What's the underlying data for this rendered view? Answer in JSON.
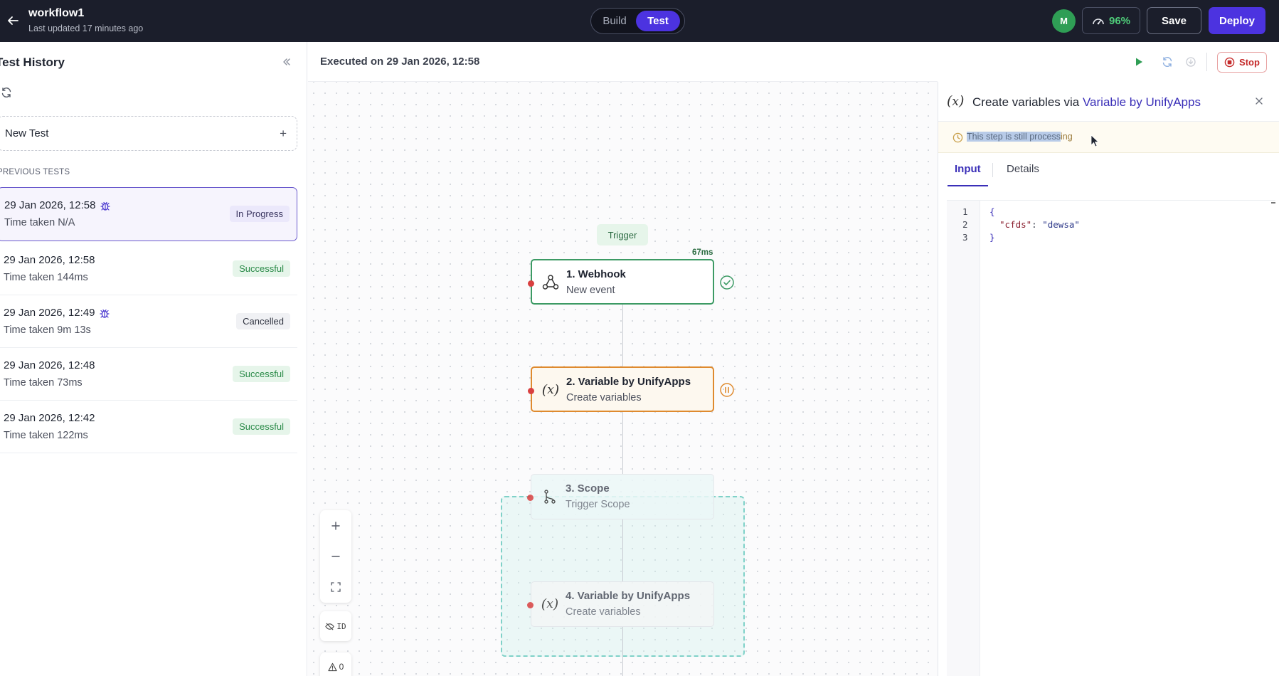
{
  "topbar": {
    "workflow_name": "workflow1",
    "last_updated": "Last updated 17 minutes ago",
    "mode_build": "Build",
    "mode_test": "Test",
    "avatar_initial": "M",
    "score": "96%",
    "save_label": "Save",
    "deploy_label": "Deploy"
  },
  "left_panel": {
    "title": "Test History",
    "new_test_label": "New Test",
    "new_test_plus": "+",
    "previous_label": "PREVIOUS TESTS",
    "tests": [
      {
        "date": "29 Jan 2026, 12:58",
        "time_taken": "Time taken N/A",
        "status": "In Progress",
        "debug": true
      },
      {
        "date": "29 Jan 2026, 12:58",
        "time_taken": "Time taken 144ms",
        "status": "Successful",
        "debug": false
      },
      {
        "date": "29 Jan 2026, 12:49",
        "time_taken": "Time taken 9m 13s",
        "status": "Cancelled",
        "debug": true
      },
      {
        "date": "29 Jan 2026, 12:48",
        "time_taken": "Time taken 73ms",
        "status": "Successful",
        "debug": false
      },
      {
        "date": "29 Jan 2026, 12:42",
        "time_taken": "Time taken 122ms",
        "status": "Successful",
        "debug": false
      }
    ]
  },
  "canvas": {
    "executed_on": "Executed on 29 Jan 2026, 12:58",
    "trigger_label": "Trigger",
    "webhook_timing": "67ms",
    "stop_label": "Stop",
    "nodes": [
      {
        "title": "1. Webhook",
        "subtitle": "New event",
        "icon": "webhook-icon",
        "status": "success"
      },
      {
        "title": "2. Variable by UnifyApps",
        "subtitle": "Create variables",
        "icon": "variable-icon",
        "status": "processing"
      },
      {
        "title": "3. Scope",
        "subtitle": "Trigger Scope",
        "icon": "scope-icon",
        "status": "pending"
      },
      {
        "title": "4. Variable by UnifyApps",
        "subtitle": "Create variables",
        "icon": "variable-icon",
        "status": "pending"
      }
    ],
    "id_toggle_label": "ID",
    "warning_count": "0"
  },
  "right_panel": {
    "title_prefix": "Create variables via ",
    "title_link": "Variable by UnifyApps",
    "banner_selected": "This step is still process",
    "banner_rest": "ing",
    "tab_input": "Input",
    "tab_details": "Details",
    "code_lines": [
      {
        "ln": "1",
        "text": "{"
      },
      {
        "ln": "2",
        "key": "\"cfds\"",
        "sep": ": ",
        "value": "\"dewsa\""
      },
      {
        "ln": "3",
        "text": "}"
      }
    ]
  },
  "colors": {
    "topbar_bg": "#1b1e2b",
    "accent": "#4c33e0",
    "success": "#2a8a48",
    "processing": "#df8a2e",
    "danger": "#c52b2b",
    "link": "#3a2fb8"
  }
}
